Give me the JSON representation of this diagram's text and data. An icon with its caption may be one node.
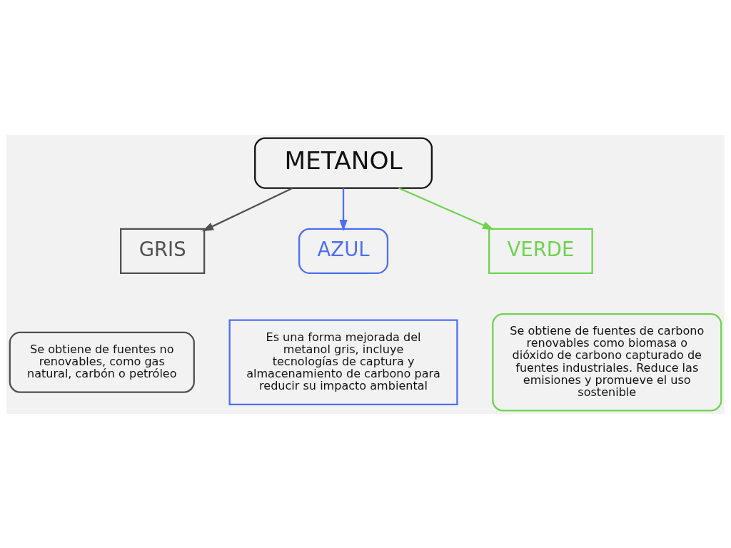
{
  "diagram": {
    "nodes": [
      {
        "text": [
          "METANOL"
        ]
      },
      {
        "text": [
          "GRIS"
        ]
      },
      {
        "text": [
          "AZUL"
        ]
      },
      {
        "text": [
          "VERDE"
        ]
      },
      {
        "text": [
          "Se obtiene de fuentes no renovables, como gas natural, carbón o petróleo"
        ]
      },
      {
        "text": [
          "Es una forma mejorada del metanol gris, incluye tecnologías de captura y almacenamiento de carbono para reducir su impacto ambiental"
        ]
      },
      {
        "text": [
          "Se obtiene de fuentes de carbono renovables como biomasa o dióxido de carbono capturado de fuentes industriales. Reduce las emisiones y promueve el uso sostenible"
        ]
      }
    ],
    "edges": [
      {
        "from": 0,
        "to": 1,
        "arrow": "to",
        "color": "#505050"
      },
      {
        "from": 0,
        "to": 2,
        "arrow": "to",
        "color": "#4f6ef7"
      },
      {
        "from": 0,
        "to": 3,
        "arrow": "to",
        "color": "#6fd34f"
      }
    ]
  }
}
